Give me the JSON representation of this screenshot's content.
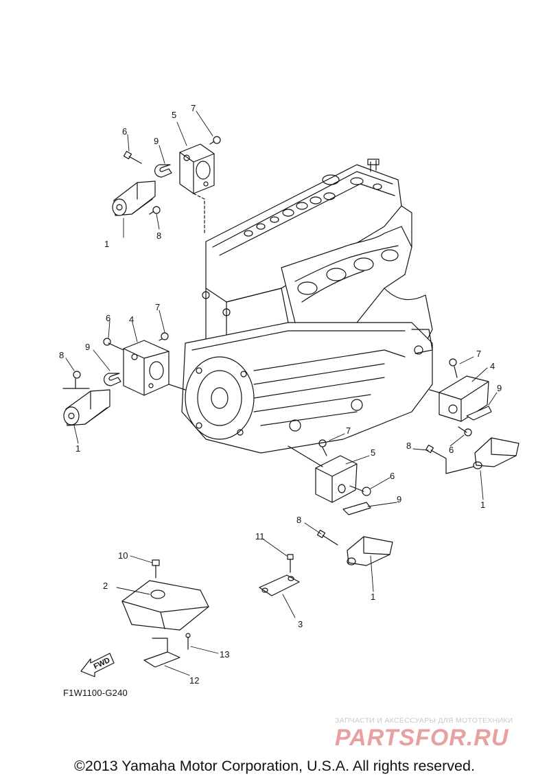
{
  "diagram": {
    "callouts": {
      "c1a": "1",
      "c1b": "1",
      "c1c": "1",
      "c1d": "1",
      "c2": "2",
      "c3": "3",
      "c4a": "4",
      "c4b": "4",
      "c5a": "5",
      "c5b": "5",
      "c6a": "6",
      "c6b": "6",
      "c6c": "6",
      "c6d": "6",
      "c7a": "7",
      "c7b": "7",
      "c7c": "7",
      "c7d": "7",
      "c8a": "8",
      "c8b": "8",
      "c8c": "8",
      "c8d": "8",
      "c9a": "9",
      "c9b": "9",
      "c9c": "9",
      "c9d": "9",
      "c10": "10",
      "c11": "11",
      "c12": "12",
      "c13": "13"
    },
    "fwd_label": "FWD",
    "code": "F1W1100-G240"
  },
  "watermark": {
    "subtitle": "ЗАПЧАСТИ И АКСЕССУАРЫ ДЛЯ МОТОТЕХНИКИ",
    "logo": "PARTSFOR.RU",
    "color": "#e8a0a0"
  },
  "footer": {
    "copyright": "©2013 Yamaha Motor Corporation, U.S.A. All rights reserved."
  }
}
